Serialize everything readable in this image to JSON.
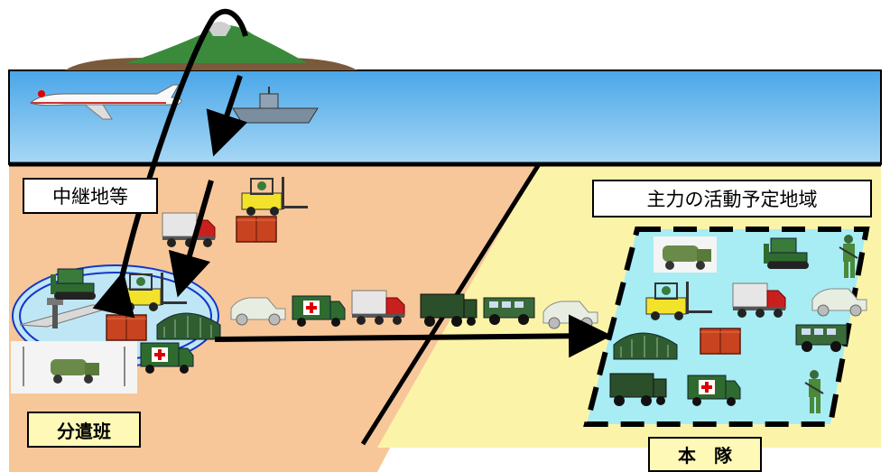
{
  "labels": {
    "relay_point": "中継地等",
    "main_activity_area": "主力の活動予定地域",
    "detachment": "分遣班",
    "main_body": "本　隊"
  },
  "colors": {
    "sea": "#5fb2ea",
    "land_left": "#f7c79a",
    "land_right": "#fbf4a8",
    "activity_area": "#a8ecf4",
    "vehicle_green": "#2f6b2f",
    "forklift_yellow": "#f2e22a",
    "truck_red": "#c8201f",
    "container": "#c8431f",
    "arrow": "#000000"
  },
  "icons": [
    "mountain-island-icon",
    "airplane-icon",
    "ship-icon",
    "forklift-icon",
    "truck-icon",
    "container-icon",
    "bulldozer-icon",
    "ambulance-icon",
    "jeep-icon",
    "armored-vehicle-icon",
    "tent-icon",
    "soldier-icon",
    "antenna-icon",
    "satellite-dish-icon",
    "runway-icon",
    "control-tower-icon"
  ]
}
